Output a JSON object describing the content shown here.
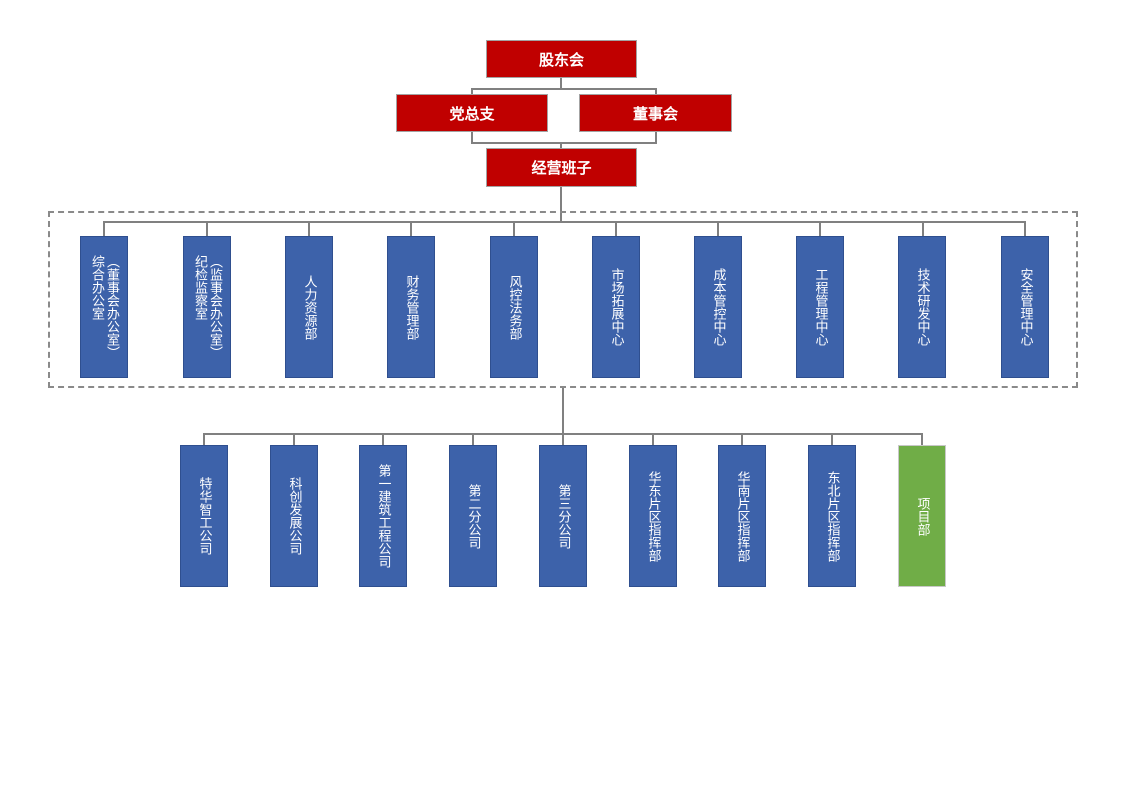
{
  "diagram": {
    "type": "org_chart",
    "top_level": [
      {
        "label": "股东会"
      },
      {
        "label": "党总支"
      },
      {
        "label": "董事会"
      },
      {
        "label": "经营班子"
      }
    ],
    "departments": [
      {
        "label": "（董事会办公室）\n综合办公室"
      },
      {
        "label": "（监事会办公室）\n纪检监察室"
      },
      {
        "label": "人力资源部"
      },
      {
        "label": "财务管理部"
      },
      {
        "label": "风控法务部"
      },
      {
        "label": "市场拓展中心"
      },
      {
        "label": "成本管控中心"
      },
      {
        "label": "工程管理中心"
      },
      {
        "label": "技术研发中心"
      },
      {
        "label": "安全管理中心"
      }
    ],
    "subsidiaries": [
      {
        "label": "特华智工公司"
      },
      {
        "label": "科创发展公司"
      },
      {
        "label": "第一建筑工程公司"
      },
      {
        "label": "第二分公司"
      },
      {
        "label": "第三分公司"
      },
      {
        "label": "华东片区指挥部"
      },
      {
        "label": "华南片区指挥部"
      },
      {
        "label": "东北片区指挥部"
      },
      {
        "label": "项目部"
      }
    ],
    "colors": {
      "leadership": "#c00000",
      "department": "#3d62aa",
      "project": "#70ad47",
      "connector": "#808080"
    }
  }
}
